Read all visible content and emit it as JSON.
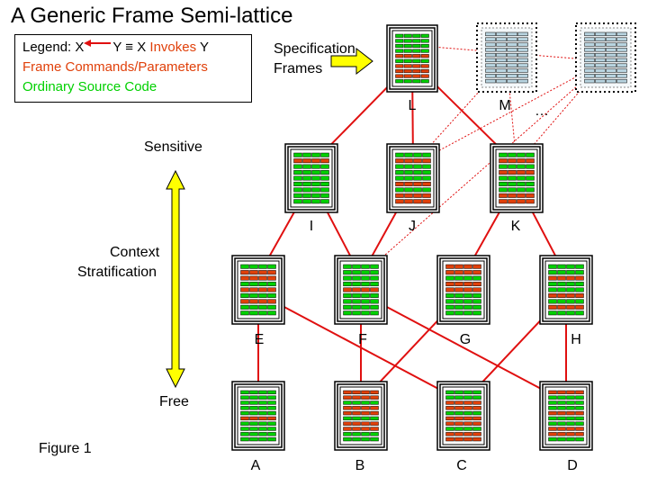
{
  "title": "A Generic Frame Semi-lattice",
  "legend": {
    "line1_prefix": "Legend: X",
    "line1_mid": "Y ≡ X ",
    "line1_invokes": "Invokes",
    "line1_suffix": " Y",
    "line2": "Frame Commands/Parameters",
    "line3": "Ordinary Source Code"
  },
  "spec_label_line1": "Specification",
  "spec_label_line2": "Frames",
  "axis": {
    "top": "Sensitive",
    "middle_line1": "Context",
    "middle_line2": "Stratification",
    "bottom": "Free"
  },
  "figure_label": "Figure 1",
  "ellipsis": "…",
  "colors": {
    "command": "#e0400a",
    "source": "#00d000",
    "link": "#e01010",
    "arrow_fill": "#ffff00",
    "ghost_rows": "#b8d4e0"
  },
  "frames": [
    {
      "id": "L",
      "label": "L",
      "style": "normal",
      "rows": "ggggsgsssg"
    },
    {
      "id": "M",
      "label": "M",
      "style": "ghost",
      "rows": "bbbbbbbbbb"
    },
    {
      "id": "N",
      "label": "",
      "style": "ghost",
      "rows": "bbbbbbbbbb"
    },
    {
      "id": "I",
      "label": "I",
      "style": "normal",
      "rows": "gsggggggg"
    },
    {
      "id": "J",
      "label": "J",
      "style": "normal",
      "rows": "gsgggsgss"
    },
    {
      "id": "K",
      "label": "K",
      "style": "normal",
      "rows": "gsgsgggss"
    },
    {
      "id": "E",
      "label": "E",
      "style": "normal",
      "rows": "gssgsgsgg"
    },
    {
      "id": "F",
      "label": "F",
      "style": "normal",
      "rows": "ggggsgggg"
    },
    {
      "id": "G",
      "label": "G",
      "style": "normal",
      "rows": "ssgssgggg"
    },
    {
      "id": "H",
      "label": "H",
      "style": "normal",
      "rows": "ggsggsgsg"
    },
    {
      "id": "A",
      "label": "A",
      "style": "normal",
      "rows": "gggggsgggg"
    },
    {
      "id": "B",
      "label": "B",
      "style": "normal",
      "rows": "ssgssgssgg"
    },
    {
      "id": "C",
      "label": "C",
      "style": "normal",
      "rows": "ggssgssgss"
    },
    {
      "id": "D",
      "label": "D",
      "style": "normal",
      "rows": "sgggsggssg"
    }
  ],
  "links": [
    {
      "from": "L",
      "to": "I",
      "style": "solid"
    },
    {
      "from": "L",
      "to": "J",
      "style": "solid"
    },
    {
      "from": "L",
      "to": "K",
      "style": "solid"
    },
    {
      "from": "I",
      "to": "E",
      "style": "solid"
    },
    {
      "from": "I",
      "to": "F",
      "style": "solid"
    },
    {
      "from": "J",
      "to": "F",
      "style": "solid"
    },
    {
      "from": "K",
      "to": "G",
      "style": "solid"
    },
    {
      "from": "K",
      "to": "H",
      "style": "solid"
    },
    {
      "from": "E",
      "to": "A",
      "style": "solid"
    },
    {
      "from": "E",
      "to": "C",
      "style": "solid"
    },
    {
      "from": "F",
      "to": "D",
      "style": "solid"
    },
    {
      "from": "G",
      "to": "B",
      "style": "solid"
    },
    {
      "from": "H",
      "to": "C",
      "style": "solid"
    },
    {
      "from": "H",
      "to": "D",
      "style": "solid"
    },
    {
      "from": "F",
      "to": "B",
      "style": "solid"
    },
    {
      "from": "M",
      "to": "J",
      "style": "dotted"
    },
    {
      "from": "M",
      "to": "K",
      "style": "dotted"
    },
    {
      "from": "N",
      "to": "L",
      "style": "dotted"
    },
    {
      "from": "N",
      "to": "J",
      "style": "dotted"
    },
    {
      "from": "N",
      "to": "K",
      "style": "dotted"
    },
    {
      "from": "N",
      "to": "F",
      "style": "dotted"
    }
  ]
}
